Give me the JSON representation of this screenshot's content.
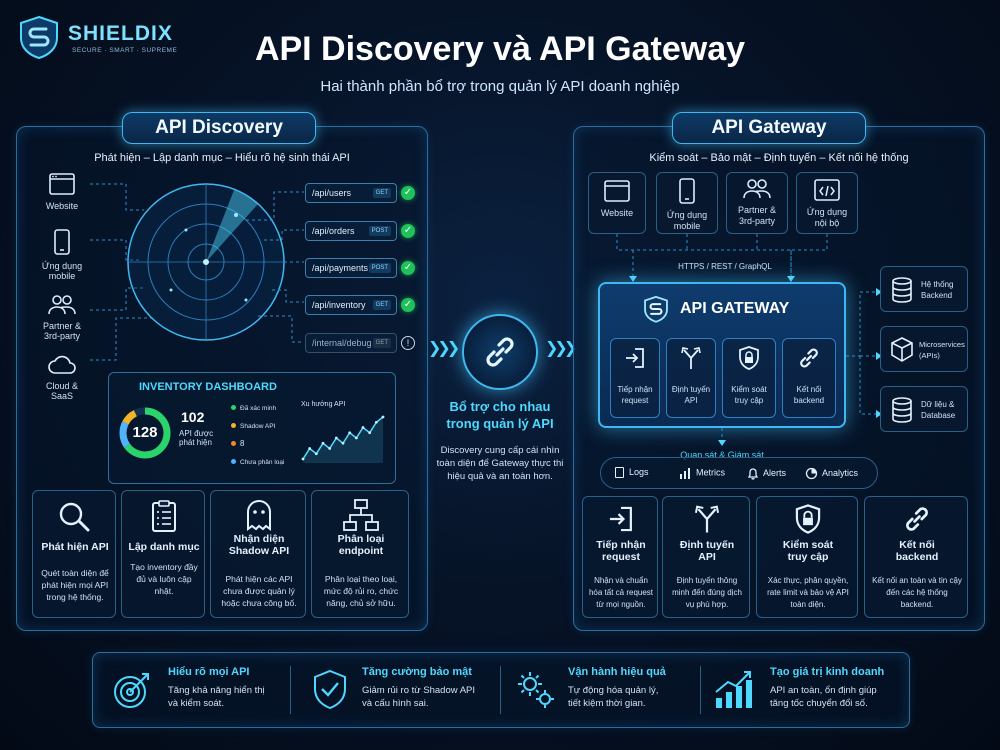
{
  "brand": {
    "name": "SHIELDIX",
    "tagline": "SECURE · SMART · SUPREME"
  },
  "header": {
    "title": "API Discovery và API Gateway",
    "subtitle": "Hai thành phần bổ trợ trong quản lý API doanh nghiệp"
  },
  "discovery": {
    "title": "API Discovery",
    "tagline": "Phát hiện – Lập danh mục – Hiểu rõ hệ sinh thái API",
    "sources": [
      {
        "label": "Website",
        "icon": "browser-icon"
      },
      {
        "label": "Ứng dụng\nmobile",
        "icon": "mobile-icon"
      },
      {
        "label": "Partner &\n3rd-party",
        "icon": "users-icon"
      },
      {
        "label": "Cloud &\nSaaS",
        "icon": "cloud-icon"
      }
    ],
    "endpoints": [
      {
        "path": "/api/users",
        "method": "GET",
        "status": "ok"
      },
      {
        "path": "/api/orders",
        "method": "POST",
        "status": "ok"
      },
      {
        "path": "/api/payments",
        "method": "POST",
        "status": "ok"
      },
      {
        "path": "/api/inventory",
        "method": "GET",
        "status": "ok"
      },
      {
        "path": "/internal/debug",
        "method": "GET",
        "status": "warn"
      }
    ],
    "dashboard": {
      "title": "INVENTORY DASHBOARD",
      "total": "128",
      "count": "102",
      "count_label": "API được\nphát hiện",
      "legend": [
        {
          "label": "Đã xác minh",
          "color": "#2bd46b"
        },
        {
          "label": "Shadow API",
          "color": "#f0b429"
        },
        {
          "label": "8",
          "color": "#f08a29"
        },
        {
          "label": "Chưa phân loại",
          "color": "#4fb3ff"
        }
      ],
      "trend_label": "Xu hướng API",
      "trend": [
        2,
        4,
        3,
        5,
        4,
        6,
        5,
        7,
        6,
        8,
        7,
        9,
        10
      ]
    },
    "features": [
      {
        "title": "Phát hiện API",
        "desc": "Quét toàn diện để phát hiện mọi API trong hệ thống.",
        "icon": "magnifier-icon"
      },
      {
        "title": "Lập danh mục",
        "desc": "Tạo inventory đầy đủ và luôn cập nhật.",
        "icon": "clipboard-icon"
      },
      {
        "title": "Nhận diện\nShadow API",
        "desc": "Phát hiện các API chưa được quản lý hoặc chưa công bố.",
        "icon": "ghost-icon"
      },
      {
        "title": "Phân loại\nendpoint",
        "desc": "Phân loại theo loại, mức độ rủi ro, chức năng, chủ sở hữu.",
        "icon": "hierarchy-icon"
      }
    ]
  },
  "middle": {
    "title": "Bổ trợ cho nhau\ntrong quản lý API",
    "desc": "Discovery cung cấp cái nhìn toàn diện để Gateway thực thi hiệu quả và an toàn hơn."
  },
  "gateway": {
    "title": "API Gateway",
    "tagline": "Kiểm soát – Bảo mật – Định tuyến – Kết nối hệ thống",
    "clients": [
      {
        "label": "Website",
        "icon": "browser-icon"
      },
      {
        "label": "Ứng dụng\nmobile",
        "icon": "mobile-icon"
      },
      {
        "label": "Partner &\n3rd-party",
        "icon": "users-icon"
      },
      {
        "label": "Ứng dụng\nnội bộ",
        "icon": "code-icon"
      }
    ],
    "protocols": "HTTPS / REST / GraphQL",
    "core_title": "API GATEWAY",
    "core_steps": [
      {
        "label": "Tiếp nhận\nrequest",
        "icon": "login-icon"
      },
      {
        "label": "Định tuyến\nAPI",
        "icon": "route-icon"
      },
      {
        "label": "Kiểm soát\ntruy cập",
        "icon": "lock-shield-icon"
      },
      {
        "label": "Kết nối\nbackend",
        "icon": "link-icon"
      }
    ],
    "backends": [
      {
        "label": "Hệ thống\nBackend",
        "icon": "database-icon"
      },
      {
        "label": "Microservices\n(APIs)",
        "icon": "cube-icon"
      },
      {
        "label": "Dữ liệu &\nDatabase",
        "icon": "database-icon"
      }
    ],
    "monitoring_title": "Quan sát & Giám sát",
    "monitoring": [
      {
        "label": "Logs",
        "icon": "doc-icon"
      },
      {
        "label": "Metrics",
        "icon": "bar-icon"
      },
      {
        "label": "Alerts",
        "icon": "bell-icon"
      },
      {
        "label": "Analytics",
        "icon": "pie-icon"
      }
    ],
    "features": [
      {
        "title": "Tiếp nhận\nrequest",
        "desc": "Nhận và chuẩn hóa tất cả request từ mọi nguồn.",
        "icon": "login-icon"
      },
      {
        "title": "Định tuyến\nAPI",
        "desc": "Định tuyến thông minh đến đúng dịch vụ phù hợp.",
        "icon": "route-icon"
      },
      {
        "title": "Kiểm soát\ntruy cập",
        "desc": "Xác thực, phân quyền, rate limit và bảo vệ API toàn diện.",
        "icon": "lock-shield-icon"
      },
      {
        "title": "Kết nối\nbackend",
        "desc": "Kết nối an toàn và tin cậy đến các hệ thống backend.",
        "icon": "link-icon"
      }
    ]
  },
  "benefits": [
    {
      "title": "Hiểu rõ mọi API",
      "desc": "Tăng khả năng hiển thị\nvà kiểm soát.",
      "icon": "target-icon"
    },
    {
      "title": "Tăng cường bảo mật",
      "desc": "Giảm rủi ro từ Shadow API\nvà cấu hình sai.",
      "icon": "shield-check-icon"
    },
    {
      "title": "Vận hành hiệu quả",
      "desc": "Tự động hóa quản lý,\ntiết kiệm thời gian.",
      "icon": "gears-icon"
    },
    {
      "title": "Tạo giá trị kinh doanh",
      "desc": "API an toàn, ổn định giúp\ntăng tốc chuyển đổi số.",
      "icon": "growth-icon"
    }
  ]
}
